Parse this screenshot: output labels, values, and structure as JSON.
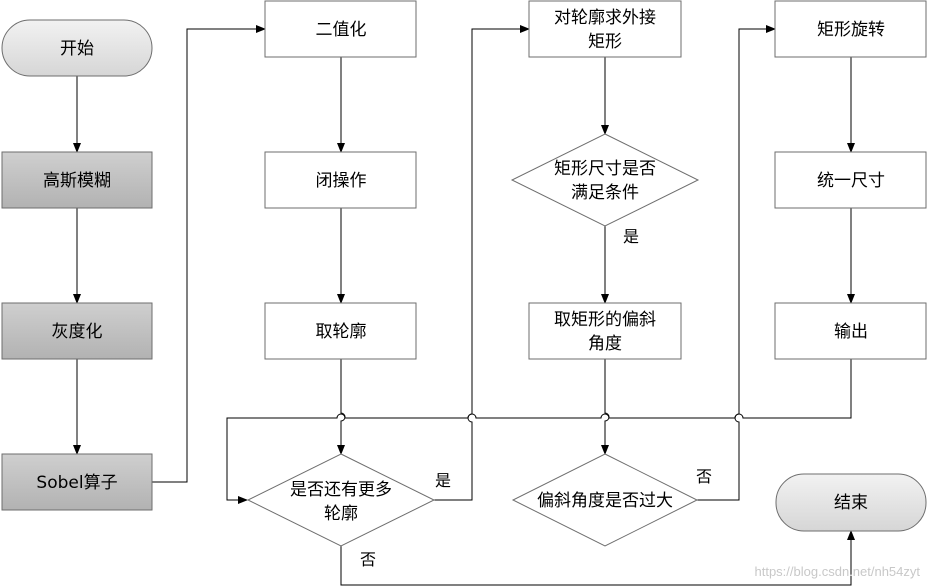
{
  "nodes": {
    "start": "开始",
    "blur": "高斯模糊",
    "gray": "灰度化",
    "sobel": "Sobel算子",
    "binarize": "二值化",
    "close": "闭操作",
    "contour": "取轮廓",
    "more_contours": [
      "是否还有更多",
      "轮廓"
    ],
    "bounding_rect": [
      "对轮廓求外接",
      "矩形"
    ],
    "size_ok": [
      "矩形尺寸是否",
      "满足条件"
    ],
    "skew_angle": [
      "取矩形的偏斜",
      "角度"
    ],
    "angle_large": "偏斜角度是否过大",
    "rotate": "矩形旋转",
    "unify_size": "统一尺寸",
    "output": "输出",
    "end": "结束"
  },
  "edge_labels": {
    "more_yes": "是",
    "more_no": "否",
    "size_yes": "是",
    "angle_no": "否"
  },
  "watermark": "https://blog.csdn.net/nh54zyt",
  "colors": {
    "gray_box": "#bfbfbf",
    "white_box": "#ffffff",
    "terminator": "#e6e6e6",
    "stroke": "#6e6e6e"
  }
}
